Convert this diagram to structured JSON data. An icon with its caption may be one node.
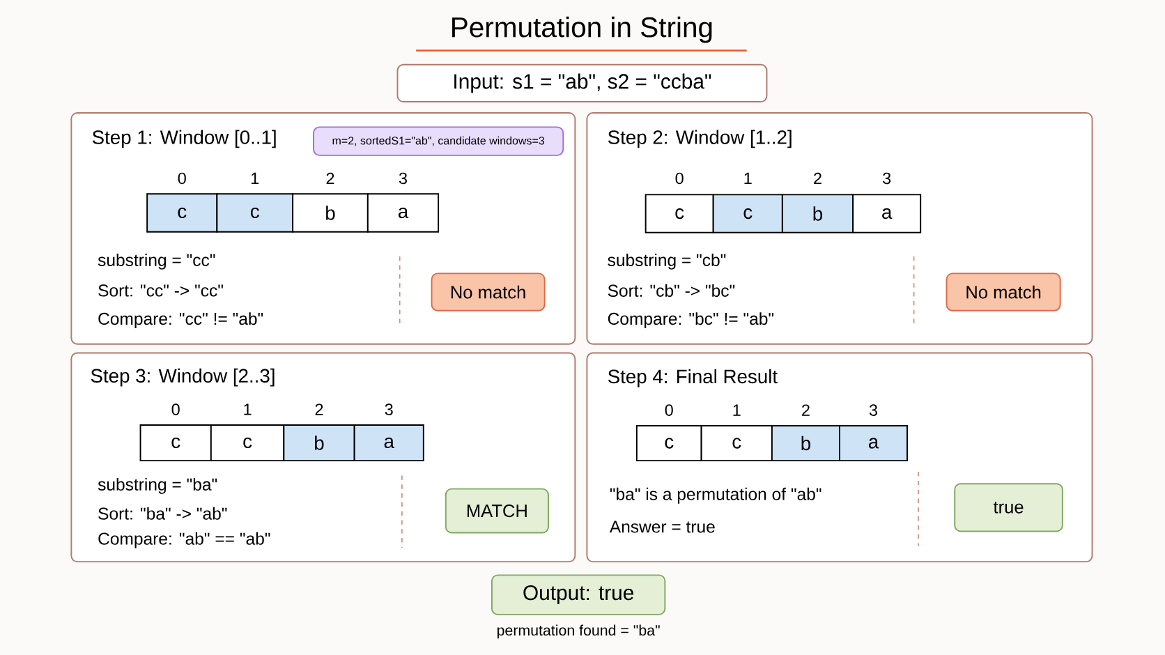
{
  "diagram": {
    "title": "Permutation in String",
    "nodes": [
      {
        "text": [
          "Input: s1 = \"ab\", s2 = \"ccba\""
        ]
      },
      {
        "text": [
          "Step 1: Window [0..1]",
          "substring = \"cc\"",
          "Sort: \"cc\" -> \"cc\"",
          "Compare: \"cc\" != \"ab\""
        ]
      },
      {
        "text": [
          "m=2, sortedS1=\"ab\", candidate windows=3"
        ],
        "in": 1
      },
      {
        "text": [
          "c"
        ],
        "beside": [
          "0"
        ],
        "in": 1
      },
      {
        "text": [
          "c"
        ],
        "beside": [
          "1"
        ],
        "in": 1
      },
      {
        "text": [
          "b"
        ],
        "beside": [
          "2"
        ],
        "in": 1
      },
      {
        "text": [
          "a"
        ],
        "beside": [
          "3"
        ],
        "in": 1
      },
      {
        "text": [
          "No match"
        ],
        "in": 1
      },
      {
        "text": [
          "Step 2: Window [1..2]",
          "substring = \"cb\"",
          "Sort: \"cb\" -> \"bc\"",
          "Compare: \"bc\" != \"ab\""
        ]
      },
      {
        "text": [
          "c"
        ],
        "beside": [
          "0"
        ],
        "in": 8
      },
      {
        "text": [
          "c"
        ],
        "beside": [
          "1"
        ],
        "in": 8
      },
      {
        "text": [
          "b"
        ],
        "beside": [
          "2"
        ],
        "in": 8
      },
      {
        "text": [
          "a"
        ],
        "beside": [
          "3"
        ],
        "in": 8
      },
      {
        "text": [
          "No match"
        ],
        "in": 8
      },
      {
        "text": [
          "Step 3: Window [2..3]",
          "substring = \"ba\"",
          "Sort: \"ba\" -> \"ab\"",
          "Compare: \"ab\" == \"ab\""
        ]
      },
      {
        "text": [
          "c"
        ],
        "beside": [
          "0"
        ],
        "in": 14
      },
      {
        "text": [
          "c"
        ],
        "beside": [
          "1"
        ],
        "in": 14
      },
      {
        "text": [
          "b"
        ],
        "beside": [
          "2"
        ],
        "in": 14
      },
      {
        "text": [
          "a"
        ],
        "beside": [
          "3"
        ],
        "in": 14
      },
      {
        "text": [
          "MATCH"
        ],
        "in": 14
      },
      {
        "text": [
          "Step 4: Final Result",
          "\"ba\" is a permutation of \"ab\"",
          "Answer = true"
        ]
      },
      {
        "text": [
          "c"
        ],
        "beside": [
          "0"
        ],
        "in": 20
      },
      {
        "text": [
          "c"
        ],
        "beside": [
          "1"
        ],
        "in": 20
      },
      {
        "text": [
          "b"
        ],
        "beside": [
          "2"
        ],
        "in": 20
      },
      {
        "text": [
          "a"
        ],
        "beside": [
          "3"
        ],
        "in": 20
      },
      {
        "text": [
          "true"
        ],
        "in": 20
      },
      {
        "text": [
          "Output: true"
        ],
        "beside": [
          "permutation found = \"ba\""
        ]
      }
    ]
  }
}
